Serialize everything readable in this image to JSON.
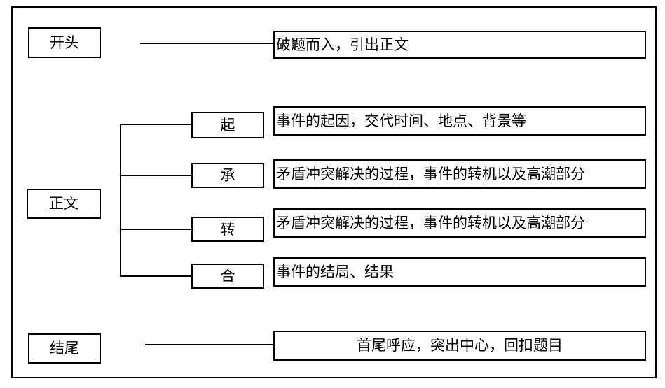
{
  "diagram": {
    "type": "flowchart",
    "colors": {
      "line": "#000000",
      "background": "#ffffff",
      "text": "#000000"
    }
  },
  "stages": [
    {
      "label": "开头",
      "detail": "破题而入，引出正文"
    },
    {
      "label": "正文"
    },
    {
      "label": "结尾",
      "detail": "首尾呼应，突出中心，回扣题目"
    }
  ],
  "body_branches": [
    {
      "label": "起",
      "detail": "事件的起因，交代时间、地点、背景等"
    },
    {
      "label": "承",
      "detail": "矛盾冲突解决的过程，事件的转机以及高潮部分"
    },
    {
      "label": "转",
      "detail": "矛盾冲突解决的过程，事件的转机以及高潮部分"
    },
    {
      "label": "合",
      "detail": "事件的结局、结果"
    }
  ]
}
